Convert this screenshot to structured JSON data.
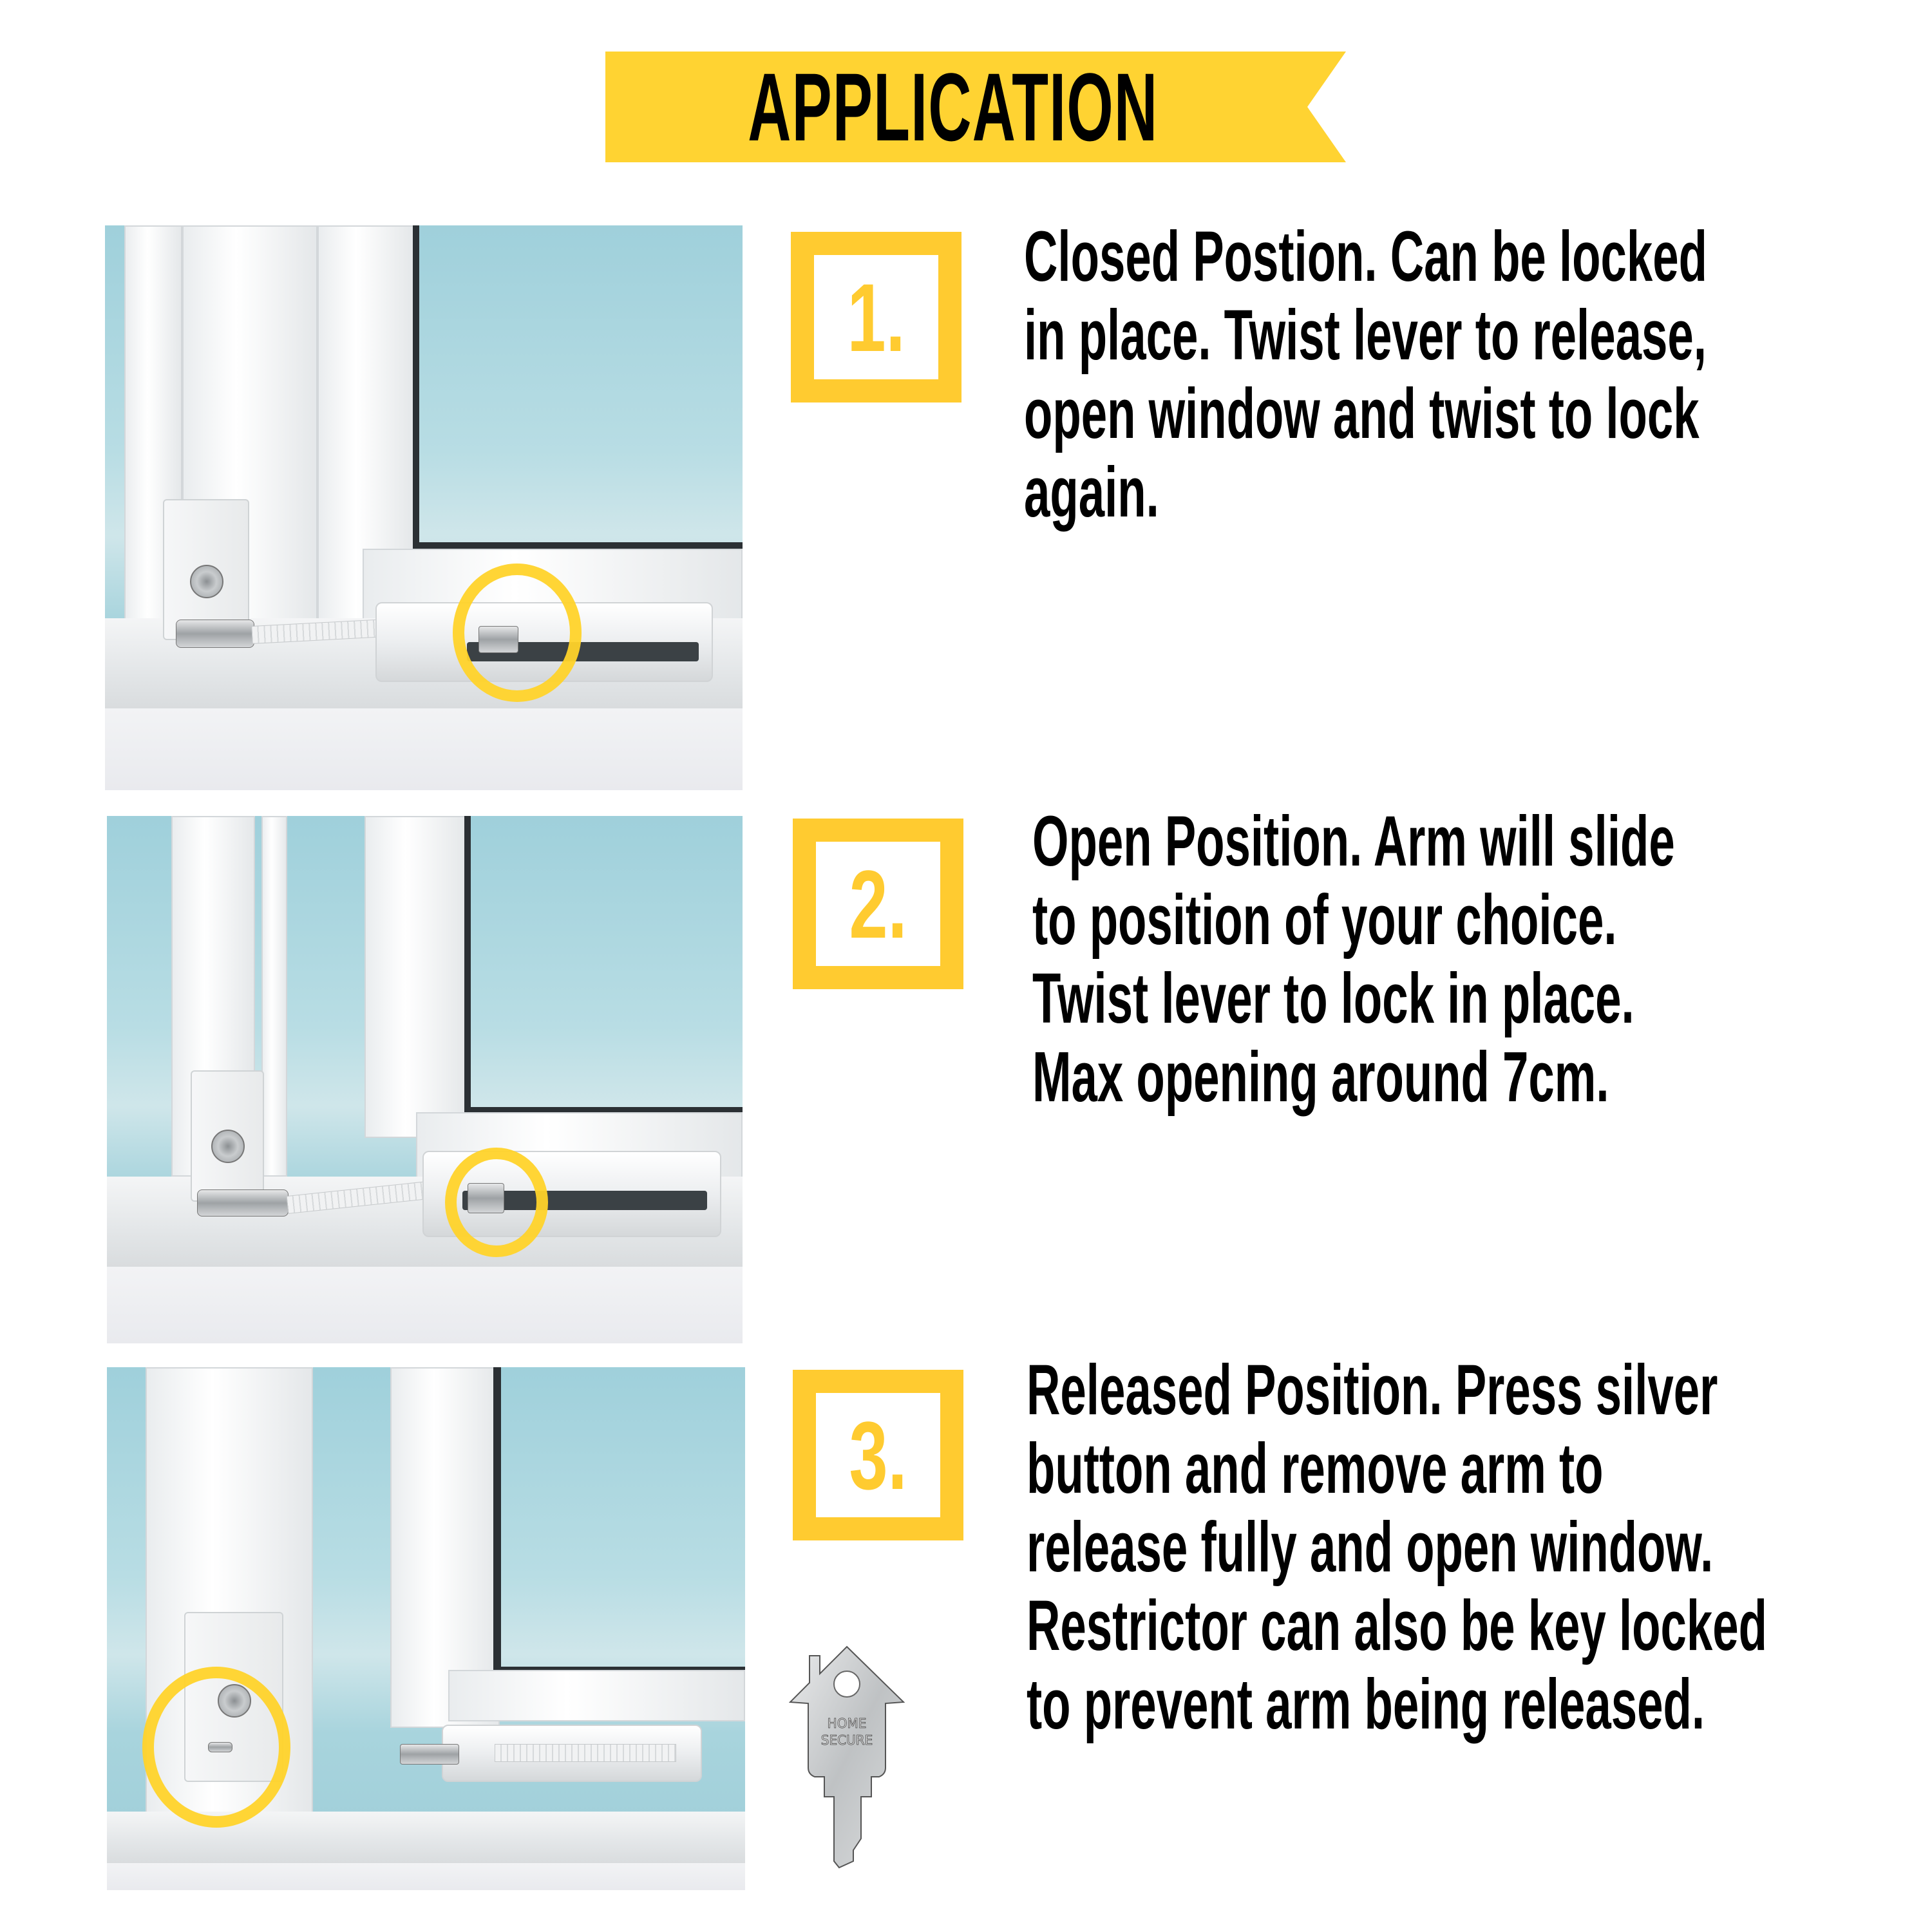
{
  "banner": {
    "title": "APPLICATION",
    "color": "#FFD332"
  },
  "accent_color": "#FFCB30",
  "steps": [
    {
      "number": "1.",
      "image": "window-restrictor-closed-position-photo",
      "lines": [
        "Closed Postion. Can be locked",
        "in place. Twist lever to release,",
        "open window and twist to lock",
        "again."
      ]
    },
    {
      "number": "2.",
      "image": "window-restrictor-open-position-photo",
      "lines": [
        "Open Position. Arm will slide",
        "to position of your  choice.",
        "Twist lever to lock in place.",
        "Max opening around 7cm."
      ]
    },
    {
      "number": "3.",
      "image": "window-restrictor-released-position-photo",
      "lines": [
        "Released Position. Press silver",
        "button and remove arm to",
        "release fully and open window.",
        "Restrictor can also be key locked",
        "to prevent arm being released."
      ]
    }
  ],
  "key": {
    "label_line1": "HOME",
    "label_line2": "SECURE"
  }
}
